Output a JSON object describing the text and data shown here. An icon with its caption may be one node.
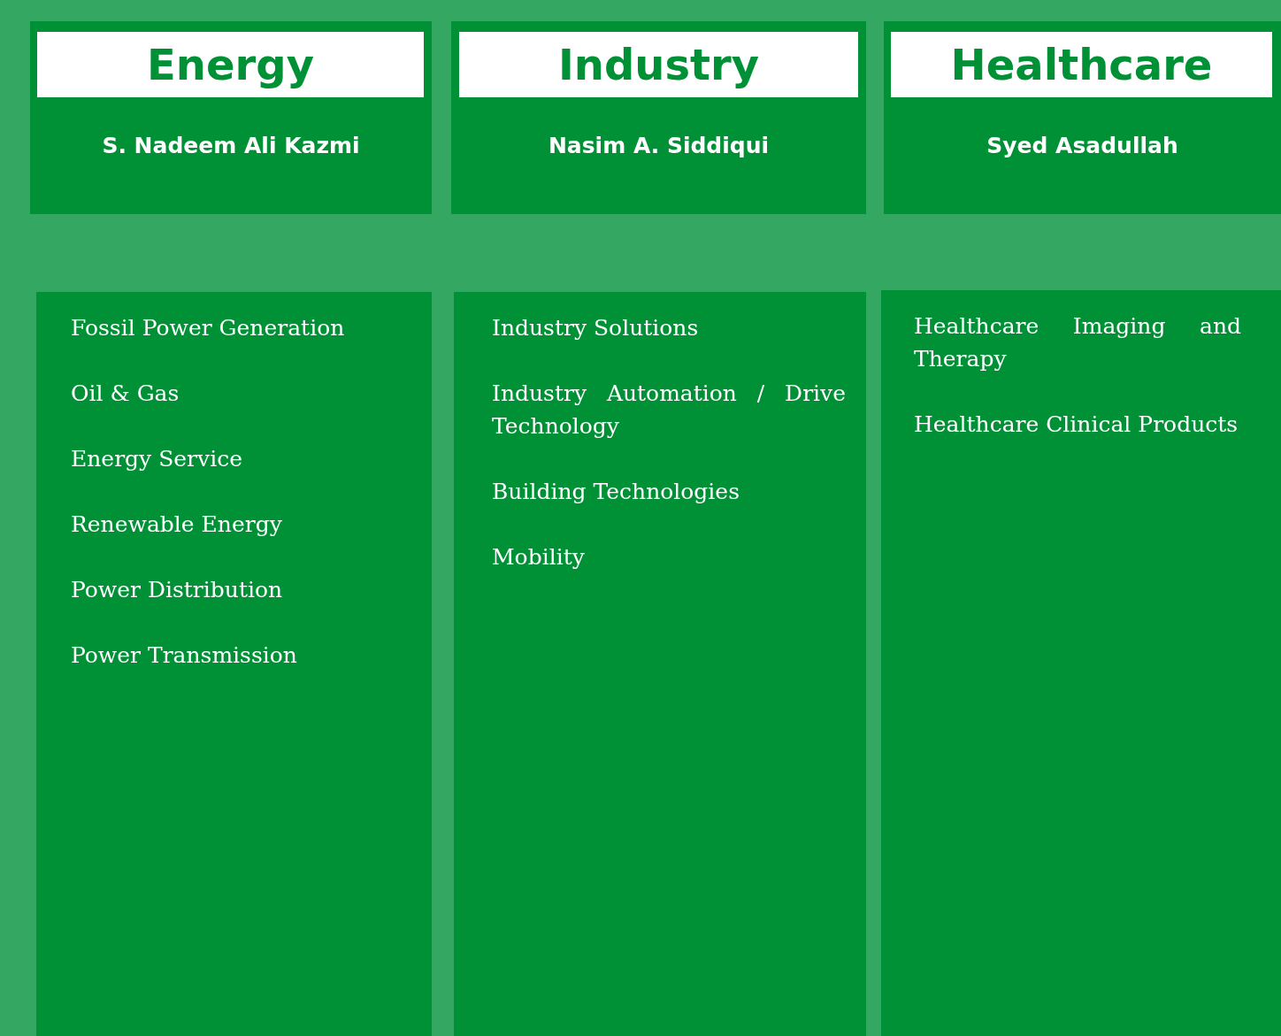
{
  "diagram": {
    "nodes": [
      {
        "text": [
          "Energy",
          "S. Nadeem Ali Kazmi"
        ]
      },
      {
        "text": [
          "Industry",
          "Nasim A. Siddiqui"
        ]
      },
      {
        "text": [
          "Healthcare",
          "Syed Asadullah"
        ]
      },
      {
        "text": [
          "Fossil Power Generation",
          "Oil & Gas",
          "Energy Service",
          "Renewable Energy",
          "Power Distribution",
          "Power Transmission"
        ]
      },
      {
        "text": [
          "Industry Solutions",
          "Industry Automation / Drive Technology",
          "Building Technologies",
          "Mobility"
        ]
      },
      {
        "text": [
          "Healthcare Imaging and Therapy",
          "Healthcare Clinical Products"
        ]
      }
    ]
  }
}
